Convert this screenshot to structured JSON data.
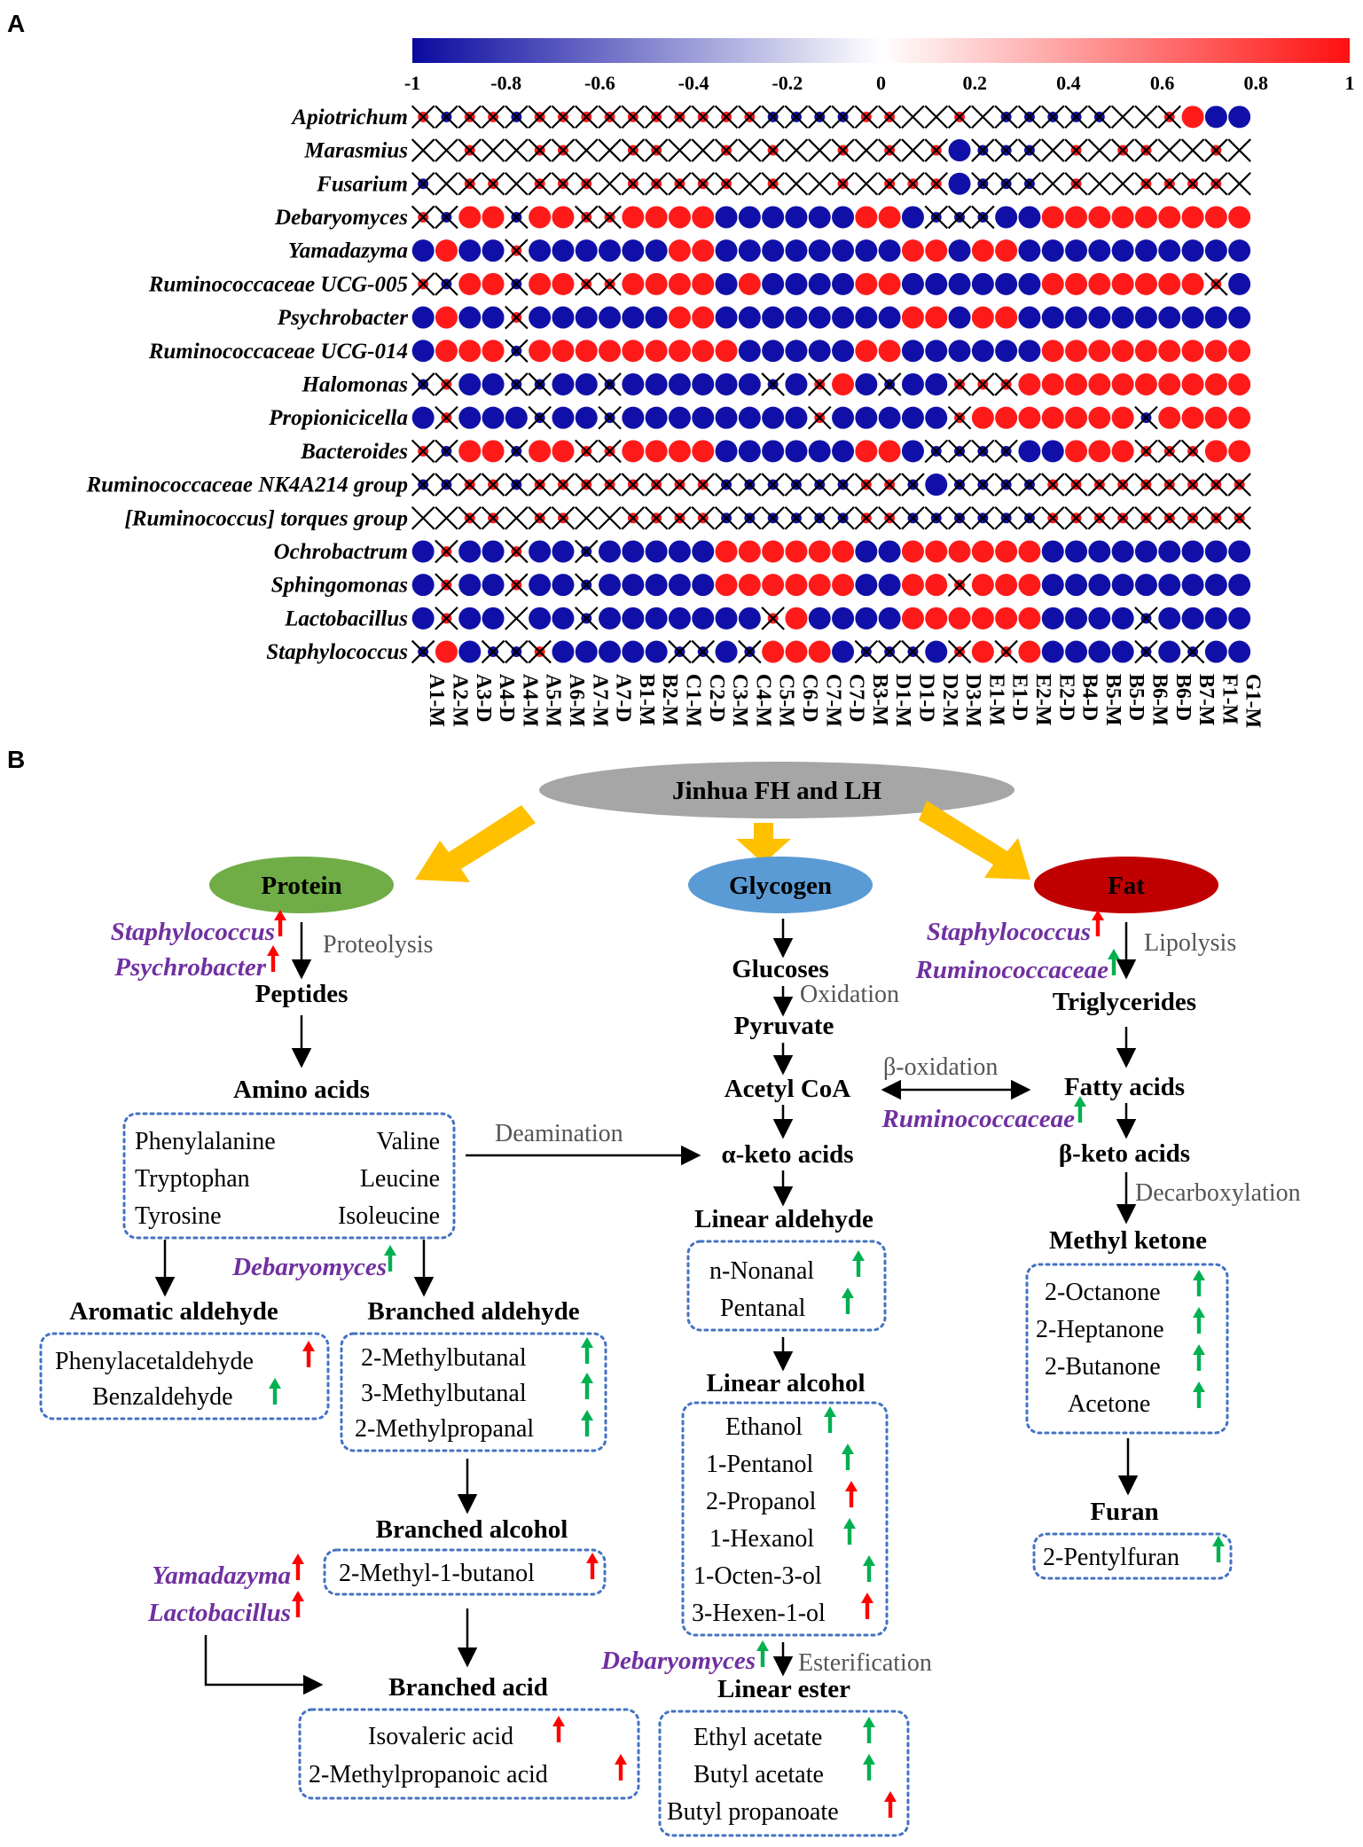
{
  "panel_a": {
    "letter": "A",
    "colorbar": {
      "ticks": [
        "-1",
        "-0.8",
        "-0.6",
        "-0.4",
        "-0.2",
        "0",
        "0.2",
        "0.4",
        "0.6",
        "0.8",
        "1"
      ],
      "colors": {
        "negative": "#1010a8",
        "neutral": "#ffffff",
        "positive": "#ff1a1a"
      }
    },
    "rows": [
      "Apiotrichum",
      "Marasmius",
      "Fusarium",
      "Debaryomyces",
      "Yamadazyma",
      "Ruminococcaceae UCG-005",
      "Psychrobacter",
      "Ruminococcaceae UCG-014",
      "Halomonas",
      "Propionicicella",
      "Bacteroides",
      "Ruminococcaceae NK4A214 group",
      "[Ruminococcus] torques group",
      "Ochrobactrum",
      "Sphingomonas",
      "Lactobacillus",
      "Staphylococcus"
    ],
    "columns": [
      "A1-M",
      "A2-M",
      "A3-D",
      "A4-D",
      "A4-M",
      "A5-M",
      "A6-M",
      "A7-M",
      "A7-D",
      "B1-M",
      "B2-M",
      "C1-M",
      "C2-D",
      "C3-M",
      "C4-M",
      "C5-M",
      "C6-D",
      "C7-M",
      "C7-D",
      "B3-M",
      "D1-M",
      "D1-D",
      "D2-M",
      "D3-M",
      "E1-M",
      "E1-D",
      "E2-M",
      "E2-D",
      "B4-D",
      "B5-M",
      "B5-D",
      "B6-M",
      "B6-D",
      "B7-M",
      "F1-M",
      "G1-M"
    ],
    "matrix_note": "r = red (positive), b = blue (negative), X = not significant (crossed), sign follows",
    "matrix": [
      "Xr Xb Xr Xr Xb Xr Xr Xr Xr Xr Xr Xr Xr Xr Xr Xb Xb Xb Xb Xr Xr X X Xr X Xb Xb Xb Xb Xb X X Xr r b b",
      "X X Xr X X Xr Xr X X Xr Xr X X Xr X Xr X X Xr X Xr X Xr b Xb Xb Xb X Xr X Xr Xr X X Xr X",
      "Xb X Xr Xr X Xr Xr Xr X Xr Xr Xr Xr Xr X Xr X X Xr X Xr Xr Xr b Xb Xb Xb X Xr X X Xr Xr Xr Xr X",
      "Xr Xb r r Xb r r Xr Xr r r r r b b b b b b r r b Xb Xb Xb b b r r r r r r r r r",
      "b r b b Xr b b b b b b r r b b b b b b b b r r b r r b b b b b b b b b b",
      "Xr Xb r r Xb r r Xr Xr r r r r b r b b b b r r b b b b b b r r r r r r r Xr b",
      "b r b b Xr b b b b b b r r b b b b b b b b r r b r r b b b b b b b b b b",
      "b r r r Xb r r r r r r r r r b b b b b r r b b b b b b r r r r r r r r r",
      "Xb Xr b b Xb Xb b b Xb b b b b b b Xb b Xr r b Xb b b Xr Xr Xr r r r r r r r r r r",
      "b Xr b b b Xb b b Xb b b b b b b b b Xr b b b b b Xr r r r r r r r Xb r r r r",
      "Xr Xb r r Xb r r Xr Xr r r r r b b b b b b r r b Xb Xb Xb Xb b b r r r Xr Xr Xr r r",
      "Xb Xb Xr Xr Xb Xr Xr Xr Xr Xr Xr Xr Xr Xb Xb Xb Xb Xb Xb Xr Xr Xb b Xb Xb Xb Xb Xr Xr Xr Xr Xr Xr Xr Xr Xr",
      "X X Xr Xr X Xr Xr X X Xr Xr Xr Xr Xb Xb Xb Xb Xb Xb Xr Xr Xb Xb Xb Xb Xb Xb Xr Xr Xr Xr Xr Xr Xr Xr Xr",
      "b Xr b b Xr b b Xb b b b b b r r r r r r b b r r r r r r b b b b b b b b b",
      "b Xr b b Xr b b Xb b b b b b r r r r r r b b r r Xr r r r b b b b b b b b b",
      "b Xr b b X b b Xb b b b b b b b Xr r b b b b r r r r r r b b b b Xb b b b b",
      "Xb r b Xb Xb Xr b b b b b Xb Xb b Xb r r r b Xb Xb Xb b Xr r Xr r b b b b Xb b Xb b b"
    ]
  },
  "panel_b": {
    "letter": "B",
    "root": "Jinhua FH and LH",
    "branches": [
      "Protein",
      "Glycogen",
      "Fat"
    ],
    "branch_colors": {
      "Protein": "#70AD47",
      "Glycogen": "#5B9BD5",
      "Fat": "#C00000",
      "root": "#A6A6A6",
      "arrow": "#FFC000"
    },
    "arrow_colors": {
      "up_red": "#FF0000",
      "up_green": "#00B050"
    },
    "protein": {
      "bugs": [
        "Staphylococcus",
        "Psychrobacter"
      ],
      "process": "Proteolysis",
      "peptides": "Peptides",
      "amino_acids": "Amino acids",
      "amino_list_left": [
        "Phenylalanine",
        "Tryptophan",
        "Tyrosine"
      ],
      "amino_list_right": [
        "Valine",
        "Leucine",
        "Isoleucine"
      ],
      "deamination": "Deamination",
      "debaryomyces": "Debaryomyces",
      "aromatic_aldehyde": "Aromatic aldehyde",
      "aromatic_items": [
        "Phenylacetaldehyde",
        "Benzaldehyde"
      ],
      "branched_aldehyde": "Branched aldehyde",
      "branched_ald_items": [
        "2-Methylbutanal",
        "3-Methylbutanal",
        "2-Methylpropanal"
      ],
      "branched_alcohol": "Branched alcohol",
      "branched_alc_item": "2-Methyl-1-butanol",
      "yeast_bugs": [
        "Yamadazyma",
        "Lactobacillus"
      ],
      "branched_acid": "Branched acid",
      "branched_acid_items": [
        "Isovaleric acid",
        "2-Methylpropanoic  acid"
      ]
    },
    "glycogen": {
      "glucoses": "Glucoses",
      "oxidation": "Oxidation",
      "pyruvate": "Pyruvate",
      "acetyl": "Acetyl CoA",
      "beta_oxidation": "β-oxidation",
      "keto": "α-keto acids",
      "linear_aldehyde": "Linear aldehyde",
      "lin_ald_items": [
        "n-Nonanal",
        "Pentanal"
      ],
      "linear_alcohol": "Linear alcohol",
      "lin_alc_items": [
        "Ethanol",
        "1-Pentanol",
        "2-Propanol",
        "1-Hexanol",
        "1-Octen-3-ol",
        "3-Hexen-1-ol"
      ],
      "debaryomyces": "Debaryomyces",
      "esterification": "Esterification",
      "linear_ester": "Linear ester",
      "ester_items": [
        "Ethyl acetate",
        "Butyl  acetate",
        "Butyl propanoate"
      ]
    },
    "fat": {
      "bugs": [
        "Staphylococcus",
        "Ruminococcaceae"
      ],
      "process": "Lipolysis",
      "triglycerides": "Triglycerides",
      "fatty_acids": "Fatty acids",
      "rumino": "Ruminococcaceae",
      "beta_keto": "β-keto acids",
      "decarboxylation": "Decarboxylation",
      "methyl_ketone": "Methyl ketone",
      "ketone_items": [
        "2-Octanone",
        "2-Heptanone",
        "2-Butanone",
        "Acetone"
      ],
      "furan": "Furan",
      "furan_item": "2-Pentylfuran"
    }
  }
}
